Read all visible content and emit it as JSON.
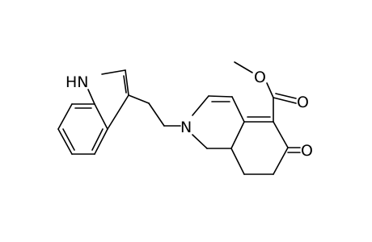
{
  "molecule": {
    "atoms": {
      "nh": "HN",
      "n_ring": "N",
      "o_methoxy": "O",
      "o_carbonyl_ester": "O",
      "o_ketone": "O"
    },
    "colors": {
      "bond": "#000000",
      "text": "#000000",
      "background": "#ffffff"
    }
  }
}
